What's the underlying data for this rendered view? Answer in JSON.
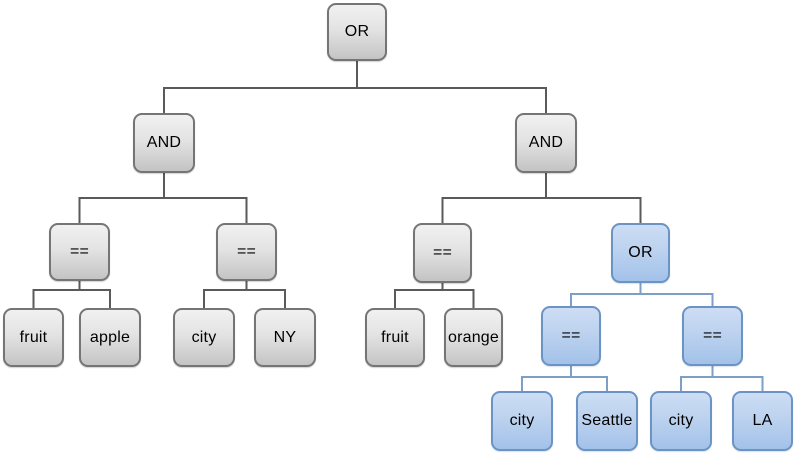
{
  "diagram": {
    "type": "expression-tree",
    "nodes": [
      {
        "id": "or-root",
        "label": "OR",
        "style": "gray"
      },
      {
        "id": "and-left",
        "label": "AND",
        "style": "gray"
      },
      {
        "id": "and-right",
        "label": "AND",
        "style": "gray"
      },
      {
        "id": "eq-1",
        "label": "==",
        "style": "gray"
      },
      {
        "id": "eq-2",
        "label": "==",
        "style": "gray"
      },
      {
        "id": "eq-3",
        "label": "==",
        "style": "gray"
      },
      {
        "id": "or-2",
        "label": "OR",
        "style": "blue"
      },
      {
        "id": "leaf-fruit-1",
        "label": "fruit",
        "style": "gray"
      },
      {
        "id": "leaf-apple",
        "label": "apple",
        "style": "gray"
      },
      {
        "id": "leaf-city-1",
        "label": "city",
        "style": "gray"
      },
      {
        "id": "leaf-ny",
        "label": "NY",
        "style": "gray"
      },
      {
        "id": "leaf-fruit-2",
        "label": "fruit",
        "style": "gray"
      },
      {
        "id": "leaf-orange",
        "label": "orange",
        "style": "gray"
      },
      {
        "id": "eq-4",
        "label": "==",
        "style": "blue"
      },
      {
        "id": "eq-5",
        "label": "==",
        "style": "blue"
      },
      {
        "id": "leaf-city-2",
        "label": "city",
        "style": "blue"
      },
      {
        "id": "leaf-seattle",
        "label": "Seattle",
        "style": "blue"
      },
      {
        "id": "leaf-city-3",
        "label": "city",
        "style": "blue"
      },
      {
        "id": "leaf-la",
        "label": "LA",
        "style": "blue"
      }
    ],
    "edges": [
      [
        "or-root",
        "and-left"
      ],
      [
        "or-root",
        "and-right"
      ],
      [
        "and-left",
        "eq-1"
      ],
      [
        "and-left",
        "eq-2"
      ],
      [
        "and-right",
        "eq-3"
      ],
      [
        "and-right",
        "or-2"
      ],
      [
        "eq-1",
        "leaf-fruit-1"
      ],
      [
        "eq-1",
        "leaf-apple"
      ],
      [
        "eq-2",
        "leaf-city-1"
      ],
      [
        "eq-2",
        "leaf-ny"
      ],
      [
        "eq-3",
        "leaf-fruit-2"
      ],
      [
        "eq-3",
        "leaf-orange"
      ],
      [
        "or-2",
        "eq-4"
      ],
      [
        "or-2",
        "eq-5"
      ],
      [
        "eq-4",
        "leaf-city-2"
      ],
      [
        "eq-4",
        "leaf-seattle"
      ],
      [
        "eq-5",
        "leaf-city-3"
      ],
      [
        "eq-5",
        "leaf-la"
      ]
    ],
    "palette": {
      "gray_node_fill_top": "#f1f1f1",
      "gray_node_fill_bottom": "#c4c4c4",
      "gray_node_border": "#757575",
      "blue_node_fill_top": "#cdddf4",
      "blue_node_fill_bottom": "#a3c2e9",
      "blue_node_border": "#6b94c5",
      "gray_connector": "#5a5a5a",
      "blue_connector": "#7d9fc7",
      "background": "#ffffff"
    }
  }
}
